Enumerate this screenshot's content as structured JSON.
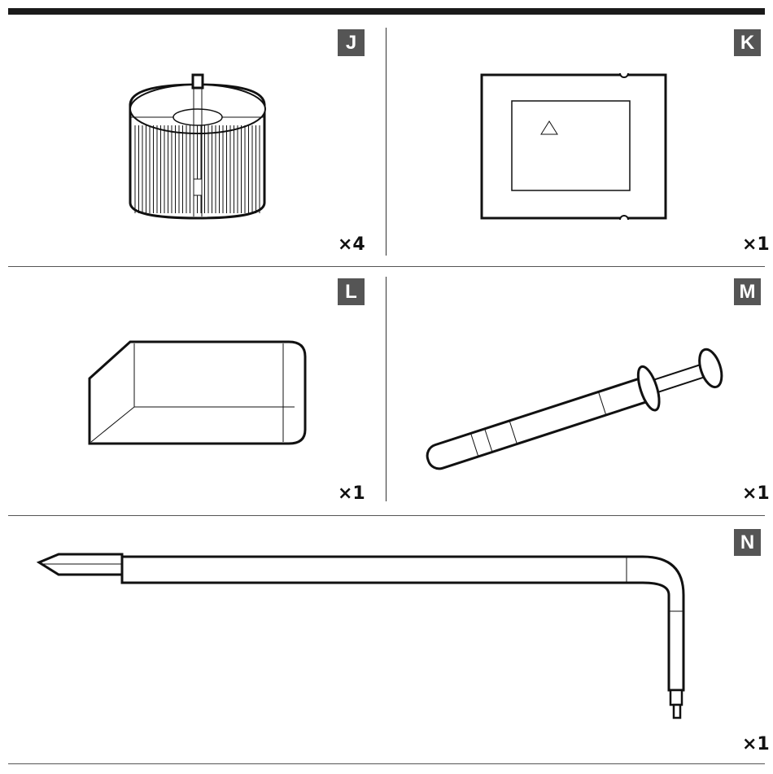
{
  "colors": {
    "rule": "#1a1a1a",
    "divider": "#555555",
    "badge_bg": "#555555",
    "badge_text": "#ffffff",
    "line_art": "#111111"
  },
  "parts": [
    {
      "letter": "J",
      "quantity": "×4",
      "icon": "thumb-screw-icon"
    },
    {
      "letter": "K",
      "quantity": "×1",
      "icon": "thermal-pad-icon"
    },
    {
      "letter": "L",
      "quantity": "×1",
      "icon": "foam-block-icon"
    },
    {
      "letter": "M",
      "quantity": "×1",
      "icon": "thermal-paste-syringe-icon"
    },
    {
      "letter": "N",
      "quantity": "×1",
      "icon": "screwdriver-icon"
    }
  ]
}
